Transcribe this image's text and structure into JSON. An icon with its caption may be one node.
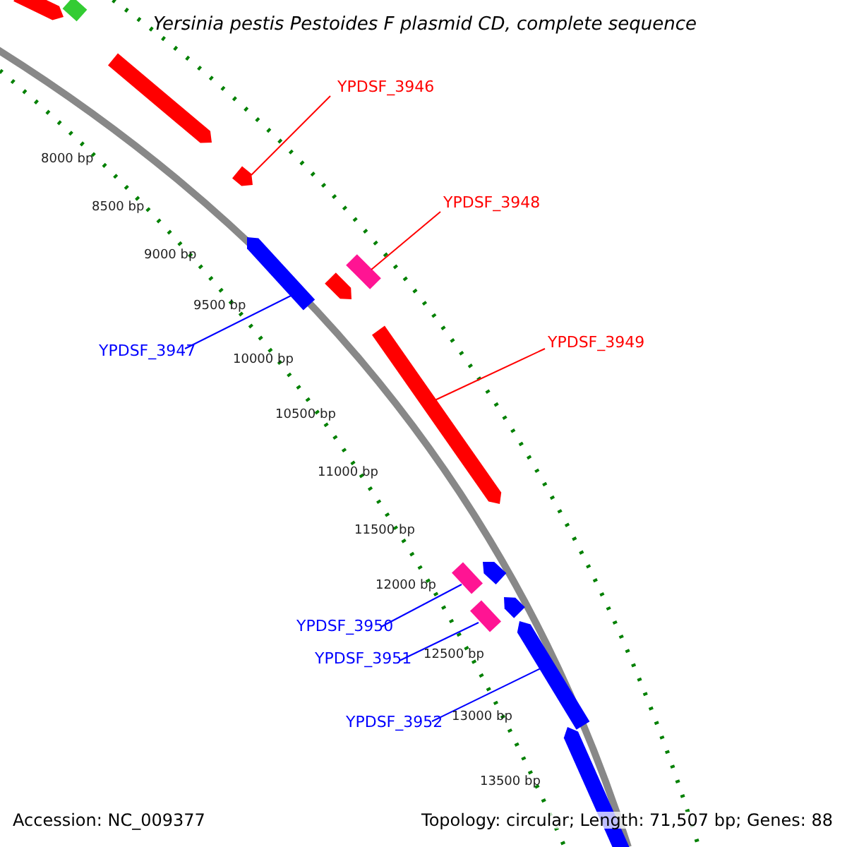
{
  "diagram": {
    "title": "Yersinia pestis Pestoides F plasmid CD, complete sequence",
    "nodes": [
      {
        "text": [
          "YPDSF_3946"
        ]
      },
      {
        "text": [
          "YPDSF_3948"
        ]
      },
      {
        "text": [
          "YPDSF_3947"
        ]
      },
      {
        "text": [
          "YPDSF_3949"
        ]
      },
      {
        "text": [
          "YPDSF_3950"
        ]
      },
      {
        "text": [
          "YPDSF_3951"
        ]
      },
      {
        "text": [
          "YPDSF_3952"
        ]
      },
      {
        "text": [],
        "shape": "arrow"
      },
      {
        "text": [],
        "shape": "box"
      },
      {
        "text": [],
        "shape": "arrow"
      },
      {
        "text": [],
        "shape": "arrow"
      },
      {
        "text": [],
        "shape": "arrow"
      },
      {
        "text": [],
        "shape": "box"
      },
      {
        "text": [],
        "shape": "arrow"
      },
      {
        "text": [],
        "shape": "arrow"
      },
      {
        "text": [],
        "shape": "box"
      },
      {
        "text": [],
        "shape": "arrow"
      },
      {
        "text": [],
        "shape": "box"
      },
      {
        "text": [],
        "shape": "arrow"
      },
      {
        "text": [],
        "shape": "arrow"
      },
      {
        "text": [],
        "shape": "arrow"
      }
    ],
    "edges": [
      {
        "from": 0,
        "to": 10,
        "arrow": "none",
        "color": "#ff0000"
      },
      {
        "from": 1,
        "to": 12,
        "arrow": "none",
        "color": "#ff0000"
      },
      {
        "from": 2,
        "to": 11,
        "arrow": "none"
      },
      {
        "from": 3,
        "to": 14,
        "arrow": "none",
        "color": "#ff0000"
      },
      {
        "from": 4,
        "to": 15,
        "arrow": "none"
      },
      {
        "from": 5,
        "to": 17,
        "arrow": "none"
      },
      {
        "from": 6,
        "to": 19,
        "arrow": "none"
      }
    ],
    "labels": [
      "8000 bp",
      "8500 bp",
      "9000 bp",
      "9500 bp",
      "10000 bp",
      "10500 bp",
      "11000 bp",
      "11500 bp",
      "12000 bp",
      "12500 bp",
      "13000 bp",
      "13500 bp",
      "Accession: NC_009377",
      "Topology: circular; Length: 71,507 bp; Genes: 88"
    ]
  }
}
